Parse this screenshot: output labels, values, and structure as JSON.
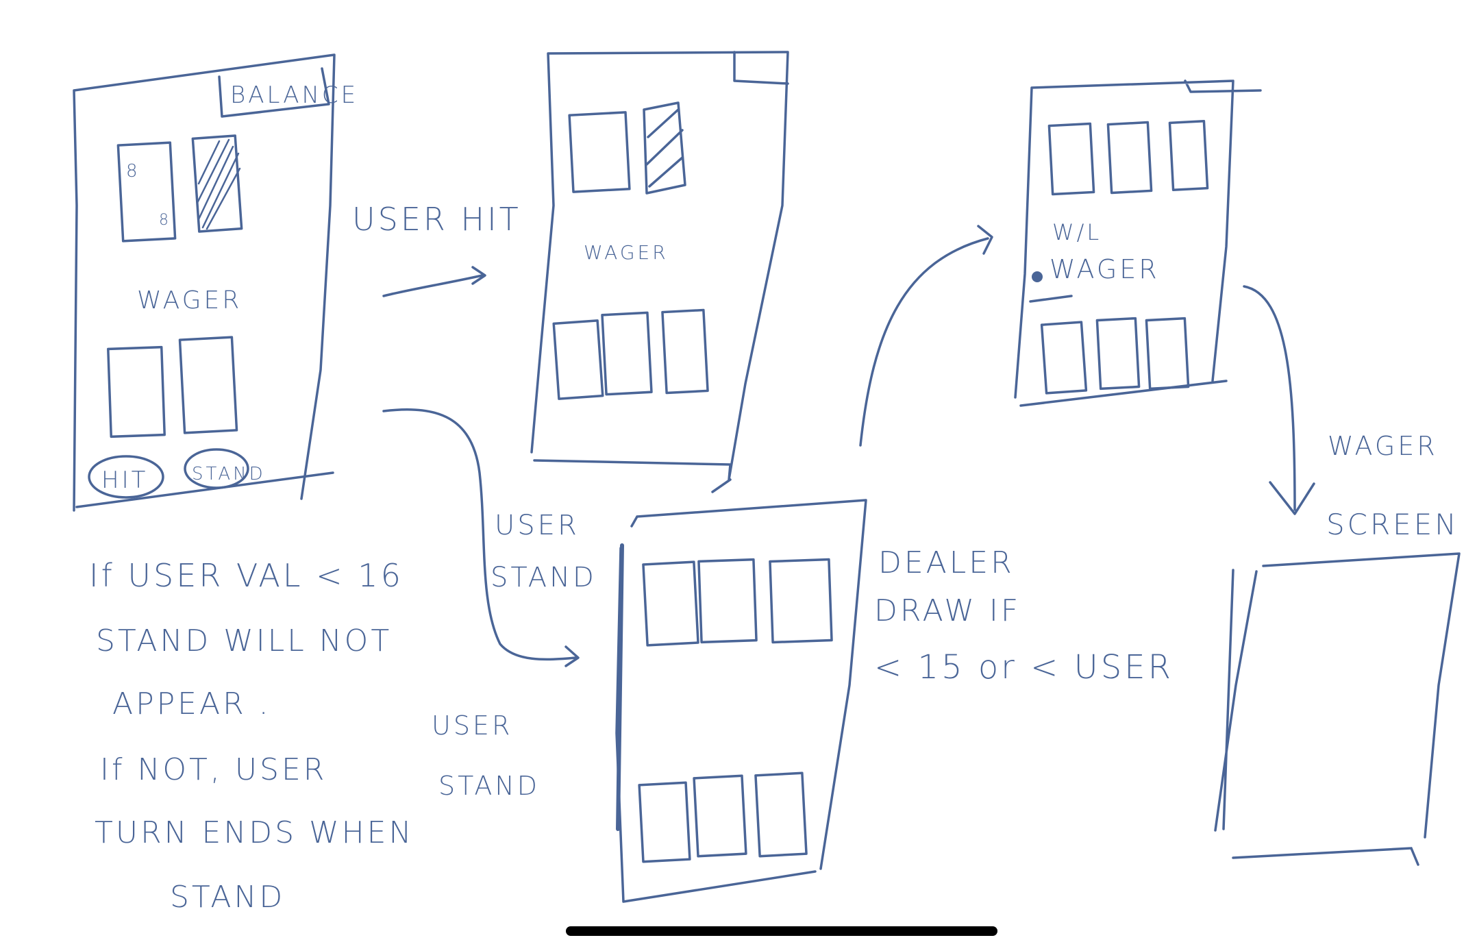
{
  "colors": {
    "ink": "#4a6597",
    "background": "#ffffff",
    "home_indicator": "#000000"
  },
  "screen1": {
    "balance_label": "BALANCE",
    "card_rank_top": "8",
    "card_rank_bottom": "8",
    "wager_label": "WAGER",
    "hit_button": "HIT",
    "stand_button": "STAND"
  },
  "screen2": {
    "wager_label": "WAGER"
  },
  "screen4": {
    "result_line1": "W/L",
    "result_line2": "WAGER"
  },
  "transitions": {
    "user_hit": "USER HIT",
    "user_stand": [
      "USER",
      "STAND"
    ],
    "dealer_rule": [
      "DEALER",
      "DRAW IF",
      "< 15 or < USER"
    ],
    "wager_screen": [
      "WAGER",
      "SCREEN"
    ]
  },
  "notes": {
    "lines": [
      "If USER VAL < 16",
      "STAND WILL NOT",
      "APPEAR .",
      "If NOT, USER",
      "TURN ENDS WHEN",
      "STAND"
    ],
    "user_stand": [
      "USER",
      "STAND"
    ]
  }
}
